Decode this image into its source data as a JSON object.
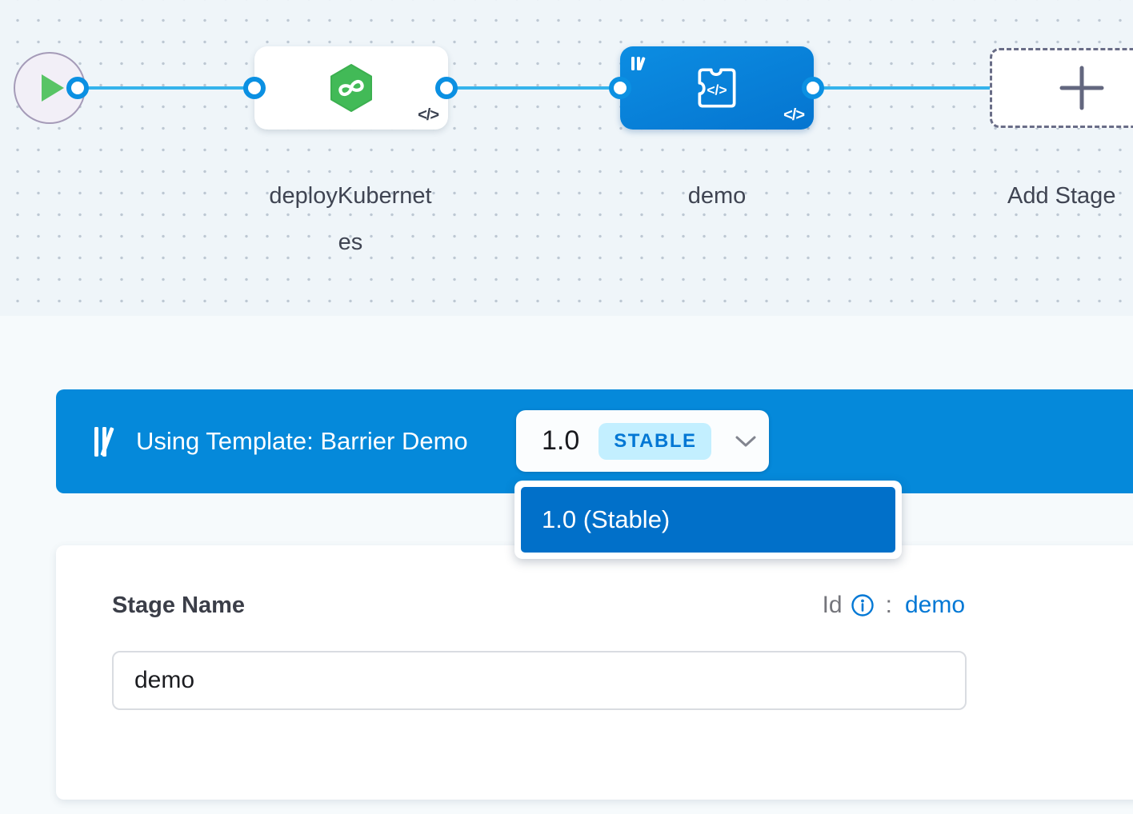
{
  "pipeline_canvas": {
    "start_node": {
      "icon": "play-icon"
    },
    "stages": [
      {
        "label": "deployKubernetes",
        "icon": "harness-cd-hexagon-icon",
        "code_badge": "</>"
      },
      {
        "label": "demo",
        "icon": "custom-stage-icon",
        "template_badge": "template-library-icon",
        "code_badge": "</>",
        "selected": true
      }
    ],
    "add_stage": {
      "label": "Add Stage",
      "icon": "plus-icon"
    }
  },
  "template_banner": {
    "icon": "template-library-icon",
    "text": "Using Template: Barrier Demo",
    "version_selector": {
      "version": "1.0",
      "badge": "STABLE",
      "icon": "chevron-down-icon"
    },
    "dropdown": {
      "items": [
        {
          "label": "1.0 (Stable)",
          "selected": true
        }
      ]
    }
  },
  "stage_form": {
    "name_label": "Stage Name",
    "name_value": "demo",
    "id_label": "Id",
    "id_info_icon": "info-icon",
    "id_separator": ":",
    "id_value": "demo"
  },
  "colors": {
    "accent": "#0278d5",
    "banner_blue": "#0589da",
    "dropdown_item_blue": "#0170c9",
    "stage_node_blue": "#0b80d6",
    "edge_blue": "#35b3ec",
    "badge_bg": "#c3efff",
    "cd_green": "#42ba57",
    "canvas_bg": "#eff5f9"
  }
}
